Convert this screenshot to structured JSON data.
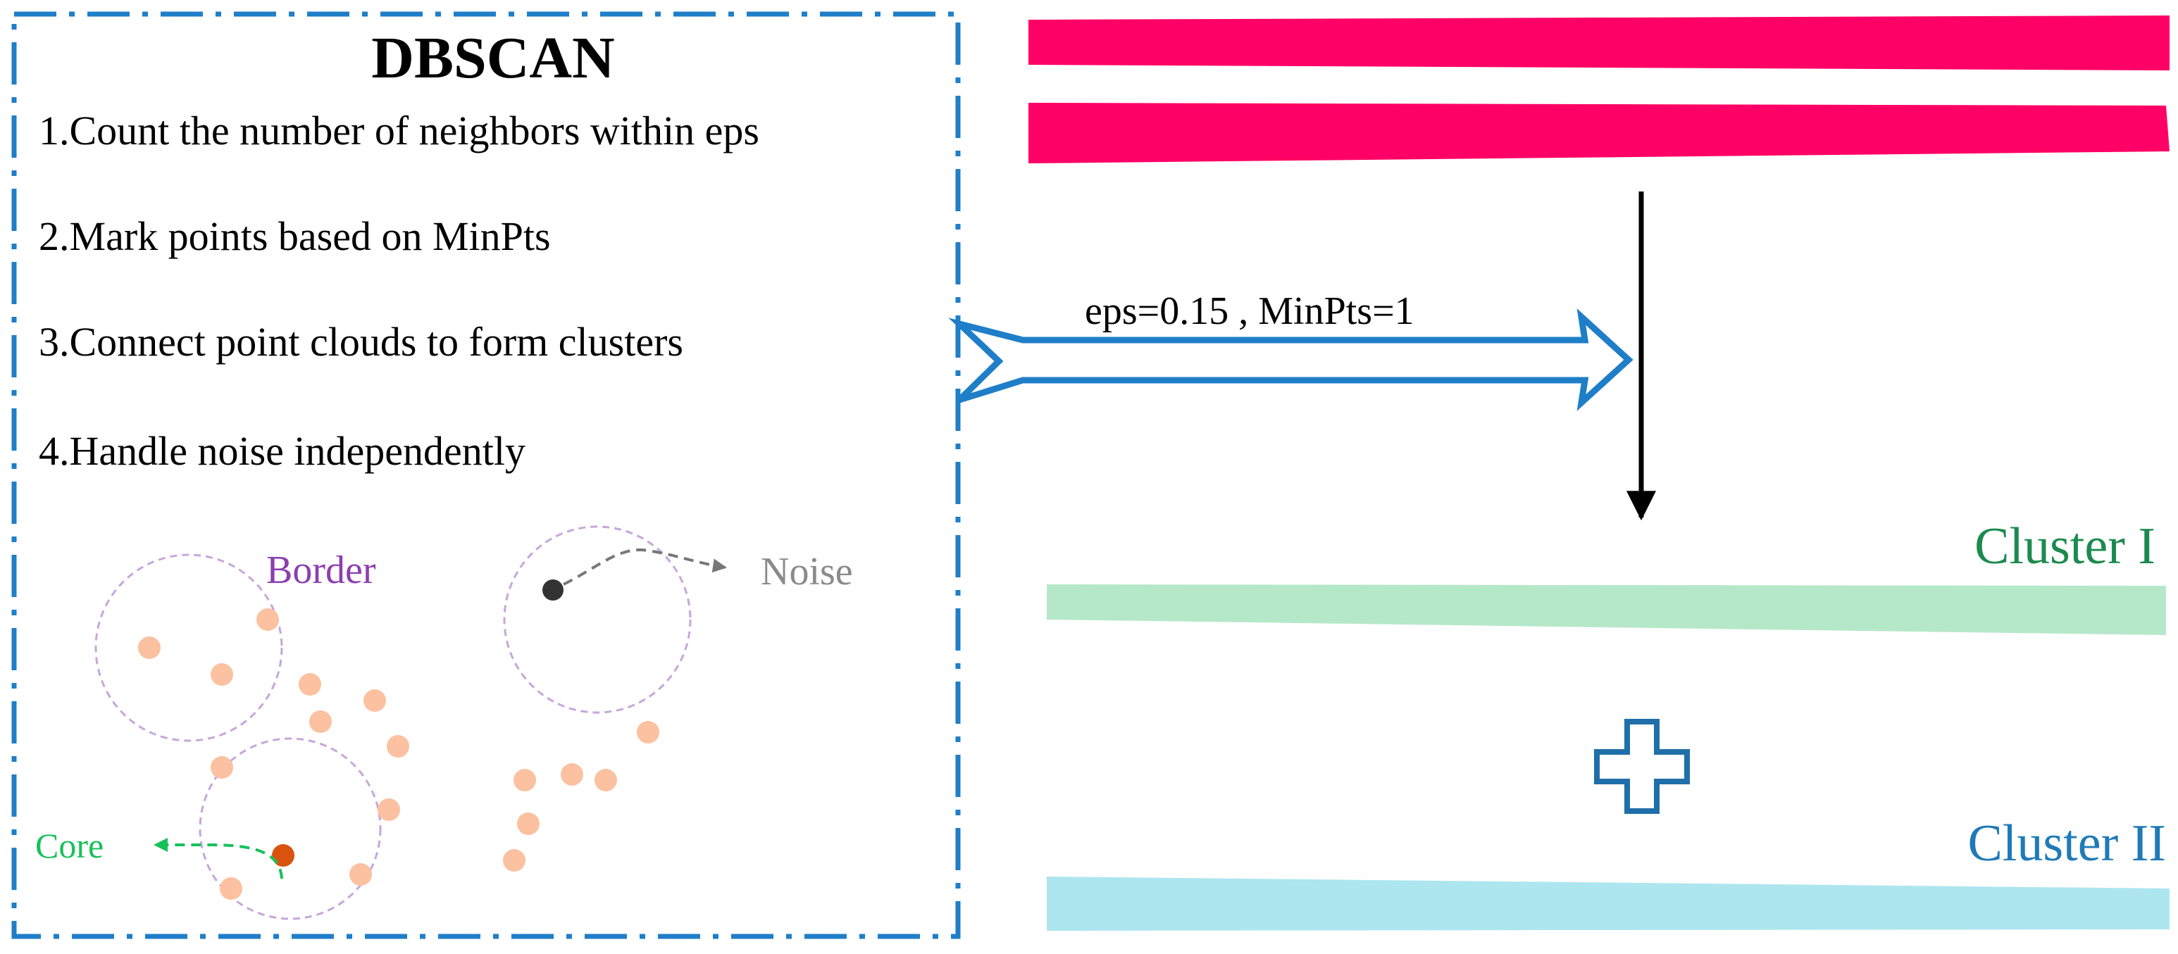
{
  "left_panel": {
    "title": "DBSCAN",
    "steps": [
      "1.Count the number of neighbors within eps",
      "2.Mark points based on MinPts",
      "3.Connect point clouds to form clusters",
      "4.Handle noise independently"
    ],
    "labels": {
      "border": "Border",
      "noise": "Noise",
      "core": "Core"
    }
  },
  "arrow": {
    "label": "eps=0.15 , MinPts=1"
  },
  "right_panel": {
    "cluster1": "Cluster I",
    "cluster2": "Cluster II"
  },
  "colors": {
    "frame": "#1f7ec8",
    "input_bar": "#ff0066",
    "cluster1_bar": "#b5e8c9",
    "cluster1_text": "#1c8a4f",
    "cluster2_bar": "#ade6ef",
    "cluster2_text": "#1f7ab8",
    "point": "#fbc1a0",
    "core_point": "#d9530f",
    "noise_point": "#333333",
    "border_text": "#8c3fb1",
    "noise_text": "#8a8a8a",
    "core_text": "#18c05a",
    "plus": "#1f6fa8"
  }
}
